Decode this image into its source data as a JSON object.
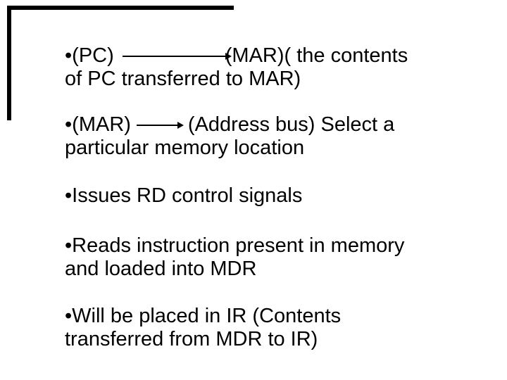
{
  "slide": {
    "colors": {
      "background": "#ffffff",
      "text": "#000000",
      "frame_mark": "#000000"
    },
    "bullet_char": "•",
    "bullets": [
      {
        "id": "pc-to-mar",
        "pre": "(PC)",
        "arrow": "right-arrow",
        "post": "(MAR)( the contents",
        "wrap": "of PC transferred to MAR)"
      },
      {
        "id": "mar-to-address-bus",
        "pre": "(MAR)",
        "arrow": "right-arrow",
        "post": "(Address bus) Select a",
        "wrap": "particular memory location"
      },
      {
        "id": "issues-rd",
        "text": "Issues RD control signals"
      },
      {
        "id": "reads-instruction",
        "text": "Reads instruction present in memory",
        "wrap": "and loaded into MDR"
      },
      {
        "id": "placed-in-ir",
        "text": "Will be placed in IR (Contents",
        "wrap": "transferred from MDR to IR)"
      }
    ]
  }
}
